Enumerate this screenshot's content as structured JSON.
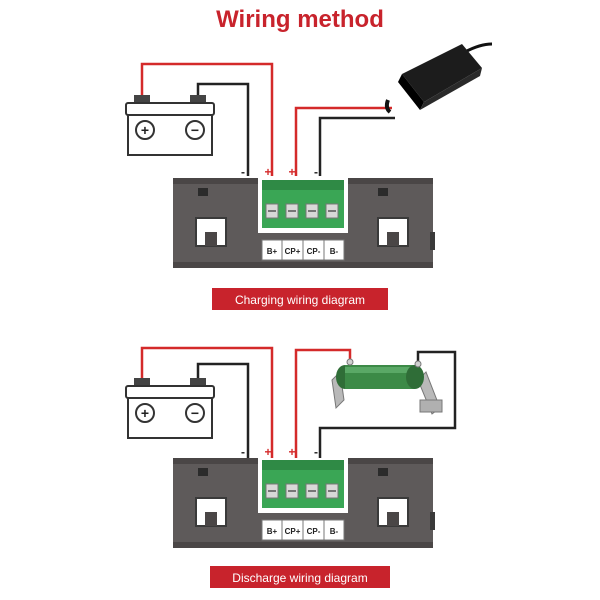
{
  "title": "Wiring method",
  "colors": {
    "title": "#c8232c",
    "wire_red": "#d42a2a",
    "wire_black": "#222222",
    "module_body": "#5e5a5a",
    "terminal_green": "#3aa655",
    "caption_bg": "#c8232c"
  },
  "terminal_labels": [
    "B+",
    "CP+",
    "CP-",
    "B-"
  ],
  "polarity": {
    "plus": "+",
    "minus": "-"
  },
  "battery": {
    "plus_symbol": "+",
    "minus_symbol": "−"
  },
  "sections": [
    {
      "caption": "Charging wiring diagram",
      "load": "power-adapter"
    },
    {
      "caption": "Discharge wiring diagram",
      "load": "resistor"
    }
  ]
}
